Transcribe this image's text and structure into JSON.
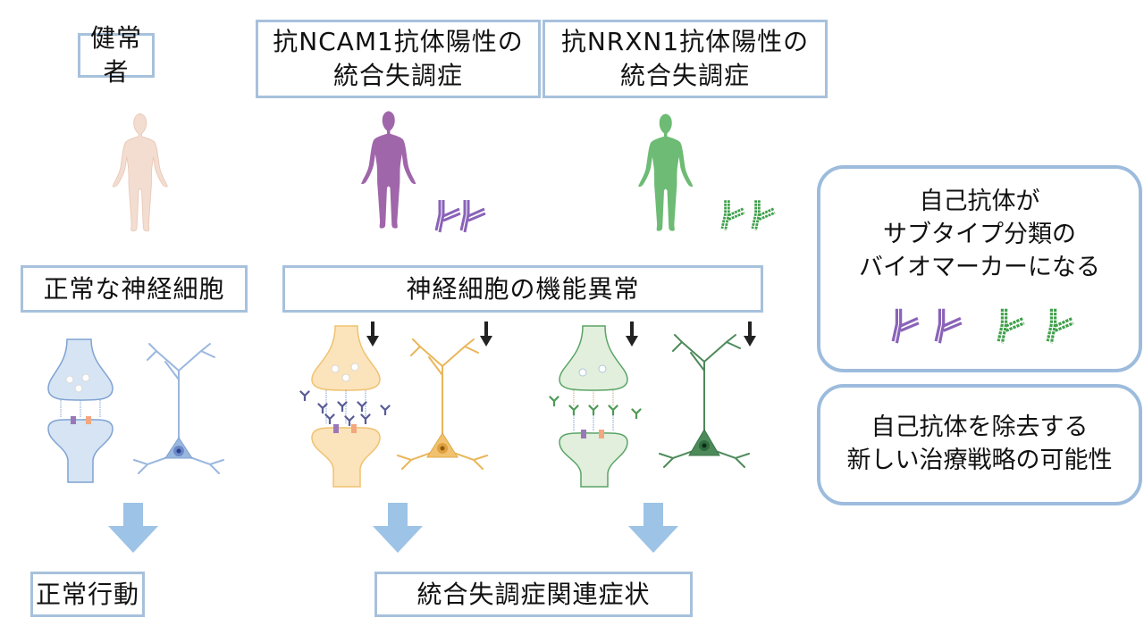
{
  "colors": {
    "box_border": "#a7c1dc",
    "flow_arrow": "#9dc3e6",
    "healthy_body": "#f3ddd0",
    "ncam1_purple": "#a066aa",
    "nrxn1_green": "#6dbb74",
    "normal_neuron_blue": "#a9c4e6",
    "ncam1_neuron_orange": "#f0c270",
    "nrxn1_neuron_green": "#4d8a5a"
  },
  "groups": {
    "healthy": {
      "title": "健常者",
      "neuron_label": "正常な神経細胞",
      "outcome": "正常行動",
      "icon": "human-figure-healthy"
    },
    "ncam1": {
      "title_line1": "抗NCAM1抗体陽性の",
      "title_line2": "統合失調症",
      "icon": "human-figure-purple",
      "antibody_icon": "antibody-purple"
    },
    "nrxn1": {
      "title_line1": "抗NRXN1抗体陽性の",
      "title_line2": "統合失調症",
      "icon": "human-figure-green",
      "antibody_icon": "antibody-green"
    },
    "patients": {
      "neuron_label": "神経細胞の機能異常",
      "outcome": "統合失調症関連症状"
    }
  },
  "conclusions": {
    "biomarker": {
      "line1": "自己抗体が",
      "line2": "サブタイプ分類の",
      "line3": "バイオマーカーになる"
    },
    "therapy": {
      "line1": "自己抗体を除去する",
      "line2": "新しい治療戦略の可能性"
    }
  }
}
